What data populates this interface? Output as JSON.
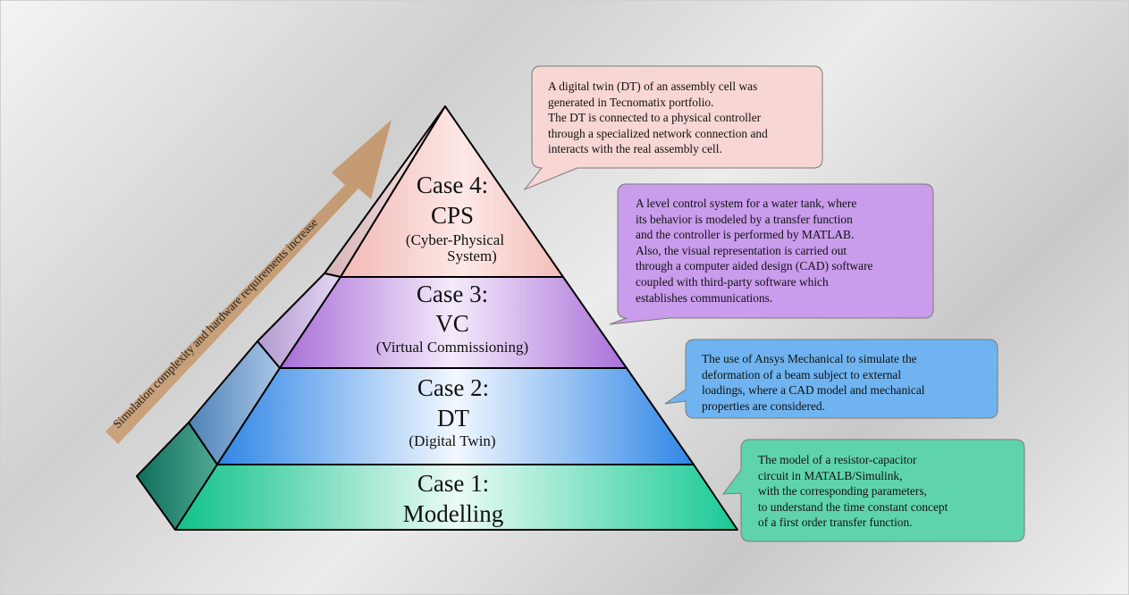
{
  "arrow_label": "Simulation complexity and hardware requirements increase",
  "levels": [
    {
      "case": "Case 4:",
      "abbr": "CPS",
      "full_line1": "(Cyber-Physical",
      "full_line2": "System)",
      "color": "#f4c6c4"
    },
    {
      "case": "Case 3:",
      "abbr": "VC",
      "full": "(Virtual Commissioning)",
      "color": "#bd8fe0"
    },
    {
      "case": "Case 2:",
      "abbr": "DT",
      "full": "(Digital Twin)",
      "color": "#4f9ff0"
    },
    {
      "case": "Case 1:",
      "name": "Modelling",
      "color": "#1fc996"
    }
  ],
  "callouts": [
    {
      "text": "A digital twin (DT) of an assembly cell was\ngenerated in Tecnomatix portfolio.\nThe DT is connected to a physical controller\nthrough a specialized network connection and\ninteracts with the real assembly cell.",
      "color": "#f8d6d4"
    },
    {
      "text": "A level control system for a water tank, where\nits behavior is modeled by a transfer function\nand the controller is performed by MATLAB.\nAlso, the visual representation is carried out\nthrough a computer aided design (CAD) software\ncoupled with third-party software which\nestablishes communications.",
      "color": "#c99cec"
    },
    {
      "text": "The use of Ansys Mechanical to simulate the\ndeformation of a beam subject to external\nloadings, where a CAD model and mechanical\nproperties are  considered.",
      "color": "#6fb4f0"
    },
    {
      "text": "The model of a resistor-capacitor\ncircuit in MATALB/Simulink,\nwith the corresponding parameters,\nto understand the time constant concept\nof a first order transfer function.",
      "color": "#5fd4ac"
    }
  ]
}
